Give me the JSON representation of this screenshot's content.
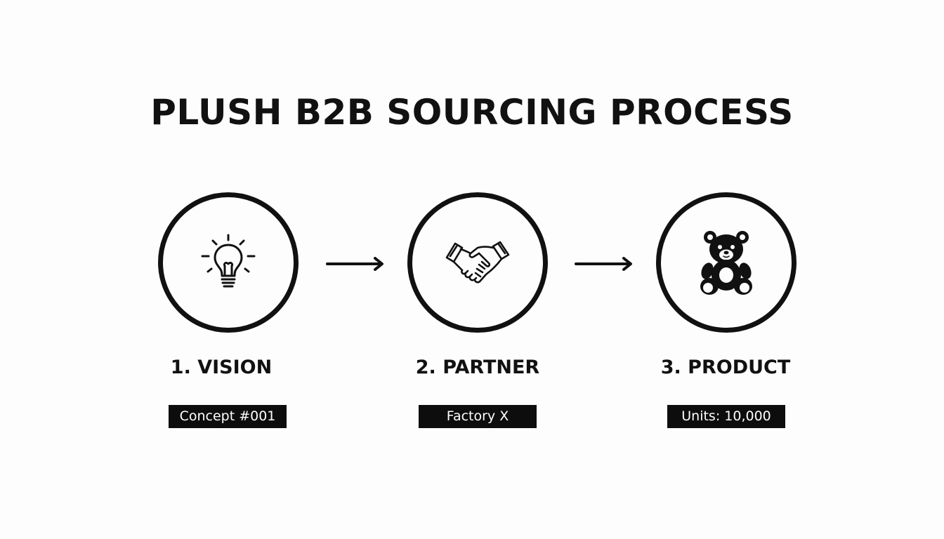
{
  "title": "PLUSH B2B SOURCING PROCESS",
  "steps": [
    {
      "label": "1. VISION",
      "tag": "Concept #001",
      "icon": "lightbulb-icon"
    },
    {
      "label": "2. PARTNER",
      "tag": "Factory X",
      "icon": "handshake-icon"
    },
    {
      "label": "3. PRODUCT",
      "tag": "Units: 10,000",
      "icon": "teddy-bear-icon"
    }
  ],
  "colors": {
    "background": "#fdfdfd",
    "ink": "#111111",
    "tag_background": "#0d0d0d",
    "tag_text": "#ffffff"
  }
}
